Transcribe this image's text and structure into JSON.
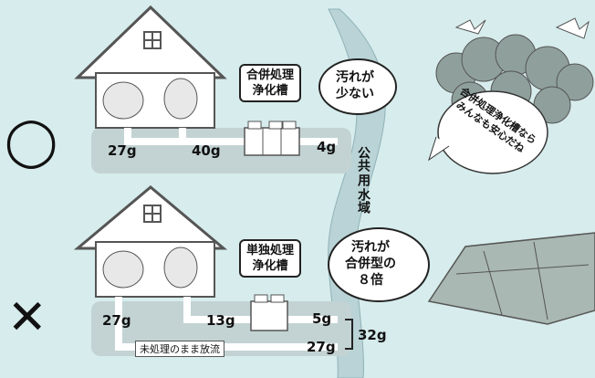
{
  "good_row": {
    "mark": "◯",
    "values": {
      "bath": "27g",
      "toilet": "40g",
      "outflow": "4g"
    },
    "tank_label": [
      "合併処理",
      "浄化槽"
    ],
    "bubble": [
      "汚れが",
      "少ない"
    ]
  },
  "bad_row": {
    "mark": "✕",
    "values": {
      "bath": "27g",
      "toilet": "13g",
      "treated": "5g",
      "untreated": "27g",
      "total": "32g"
    },
    "tank_label": [
      "単独処理",
      "浄化槽"
    ],
    "untreated_note": "未処理のまま放流",
    "bubble": [
      "汚れが",
      "合併型の",
      "８倍"
    ]
  },
  "river_label": [
    "公共",
    "用",
    "水域"
  ],
  "forest_speech": [
    "合併処理浄化槽なら",
    "みんなも安心だね"
  ],
  "colors": {
    "background": "#d7ecec",
    "ground": "#bfcfcf",
    "river": "#b8d0d4",
    "house": "#ffffff",
    "stroke": "#444444"
  }
}
